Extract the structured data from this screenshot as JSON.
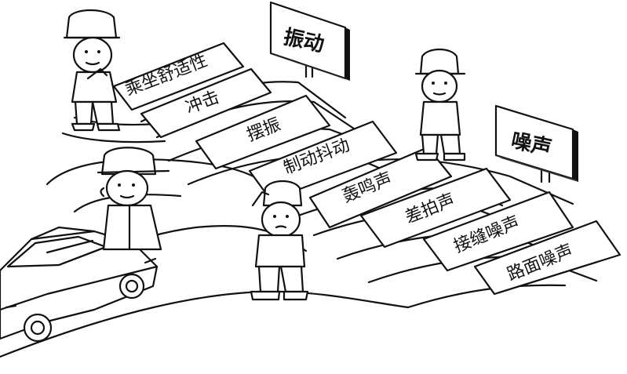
{
  "signs": {
    "vibration": "振动",
    "noise": "噪声"
  },
  "vibration_branches": [
    "乘坐舒适性",
    "冲击",
    "摆振",
    "制动抖动"
  ],
  "noise_branches": [
    "轰鸣声",
    "差拍声",
    "接缝噪声",
    "路面噪声"
  ]
}
